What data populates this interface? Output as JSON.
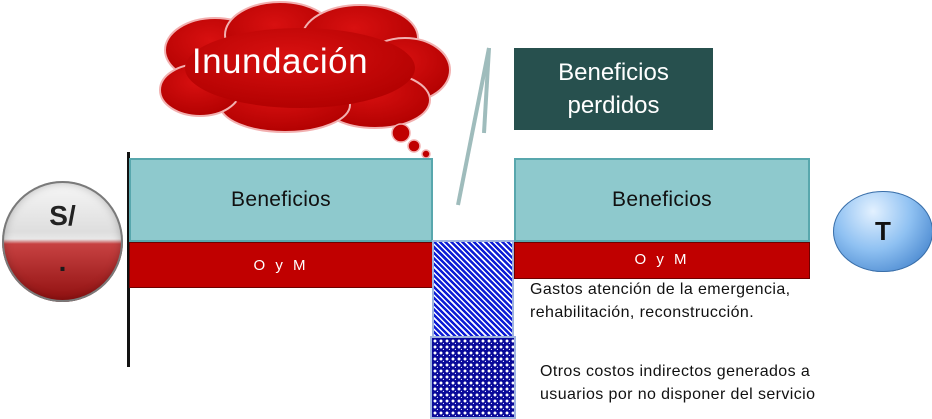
{
  "diagram": {
    "cloud_label": "Inundación",
    "lost_benefits_label_line1": "Beneficios",
    "lost_benefits_label_line2": "perdidos",
    "start_marker_label": "S/",
    "start_marker_sublabel": ".",
    "end_marker_label": "T",
    "left_benefits_label": "Beneficios",
    "right_benefits_label": "Beneficios",
    "left_om_label": "O y M",
    "right_om_label": "O y M",
    "emergency_costs_line1": "Gastos atención de la emergencia,",
    "emergency_costs_line2": "rehabilitación, reconstrucción.",
    "indirect_costs_line1": "Otros costos indirectos generados a",
    "indirect_costs_line2": "usuarios por no disponer del servicio"
  },
  "colors": {
    "benefits": "#8ec9cd",
    "om": "#c00000",
    "cloud": "#c00000",
    "lost_box": "#27504e",
    "emergency_pattern": "#0c1cd6",
    "indirect_pattern": "#0a0a9a"
  },
  "icons": {
    "cloud": "thought-cloud-icon",
    "start": "start-circle-icon",
    "end": "end-circle-icon"
  }
}
